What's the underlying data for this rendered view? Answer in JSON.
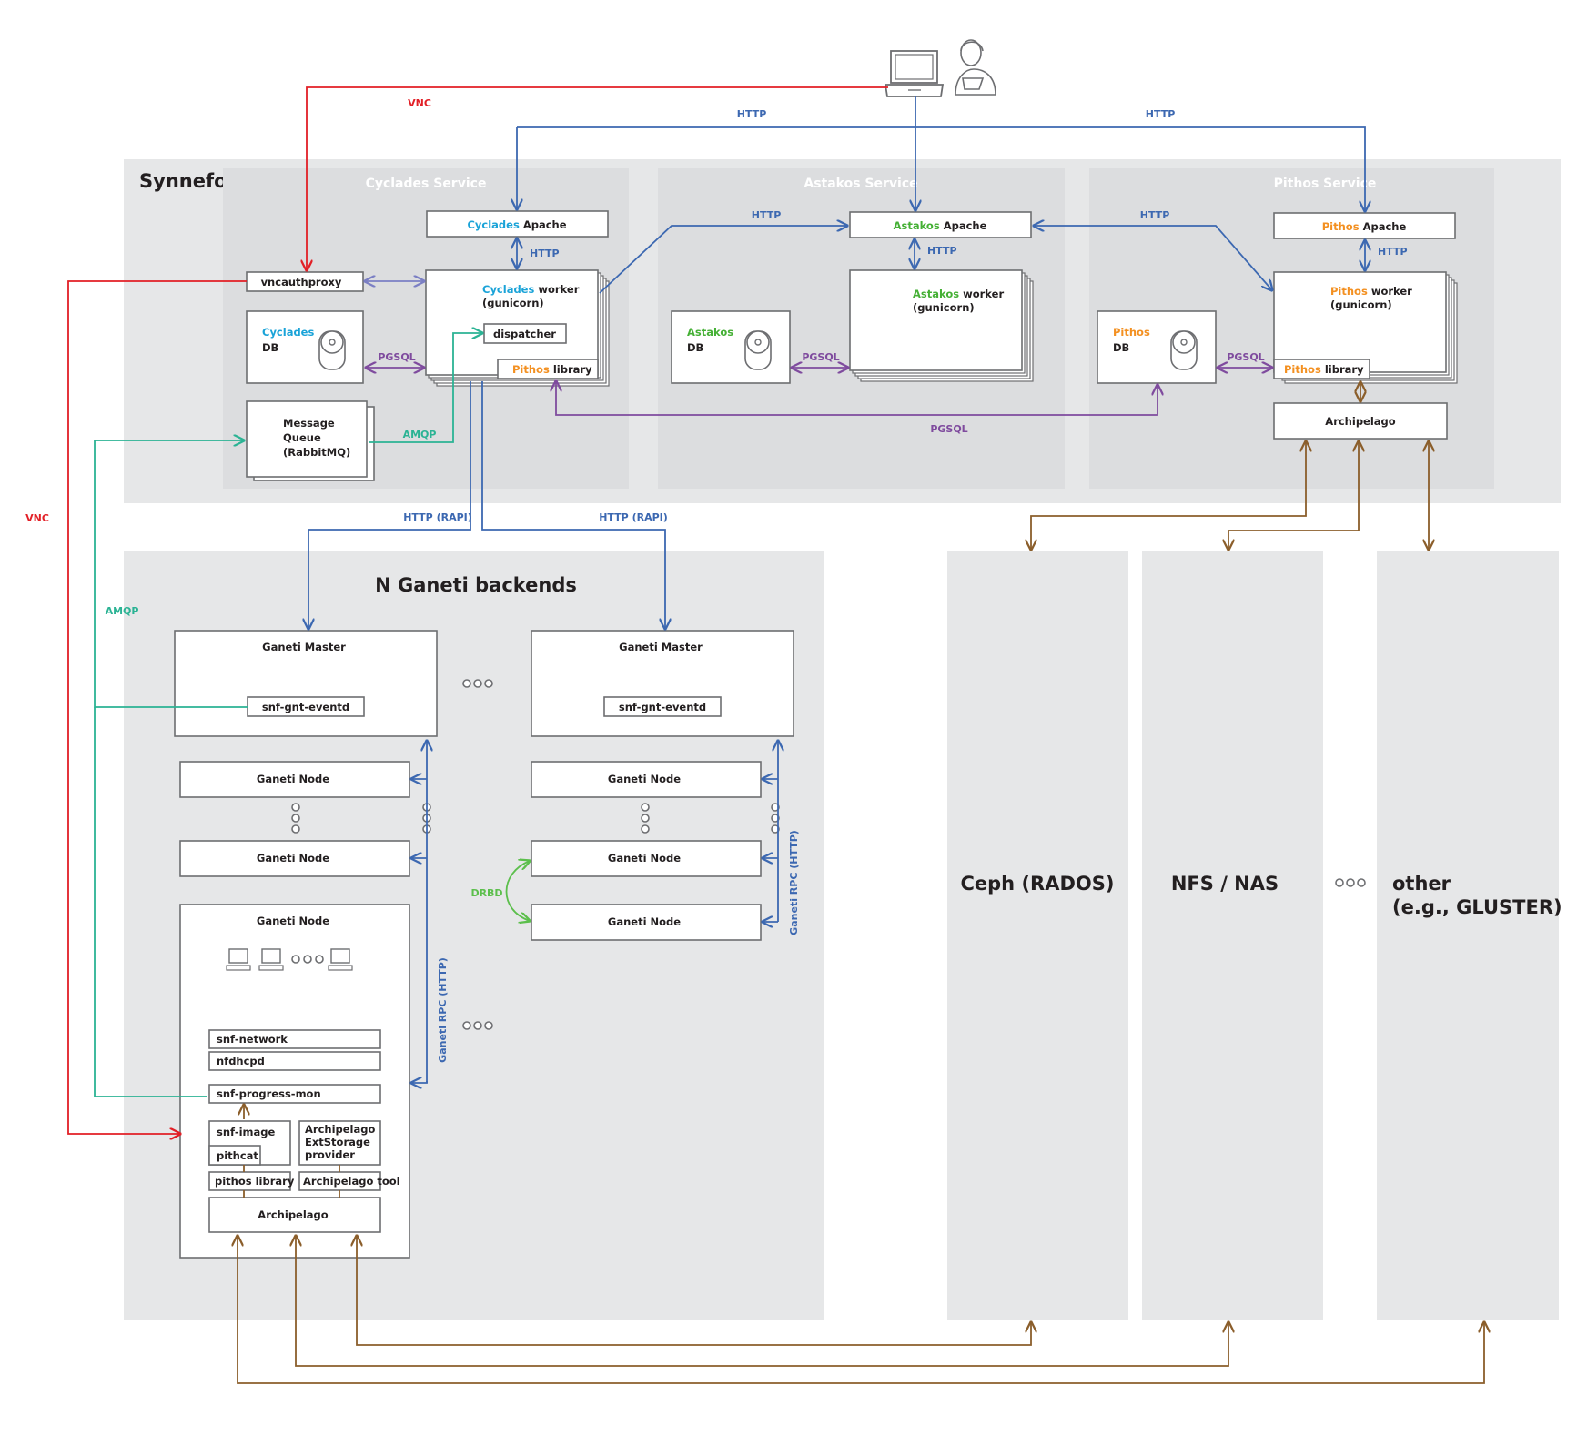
{
  "colors": {
    "http": "#3c68b1",
    "vnc": "#e21f26",
    "amqp": "#2bb394",
    "pgsql": "#7f4b9e",
    "archipelago": "#8b5e2b",
    "drbd": "#5cbf4c",
    "cyclades": "#1aa3d8",
    "astakos": "#45b035",
    "pithos": "#f39021"
  },
  "synnefo": {
    "title": "Synnefo",
    "cyclades_service": "Cyclades Service",
    "astakos_service": "Astakos Service",
    "pithos_service": "Pithos Service"
  },
  "cyclades": {
    "name": "Cyclades",
    "apache": "Apache",
    "worker": "worker",
    "gunicorn": "(gunicorn)",
    "dispatcher": "dispatcher",
    "library_prefix": "Pithos",
    "library": "library",
    "vncauthproxy": "vncauthproxy",
    "db_name": "Cyclades",
    "db": "DB",
    "mq_line1": "Message",
    "mq_line2": "Queue",
    "mq_line3": "(RabbitMQ)"
  },
  "astakos": {
    "name": "Astakos",
    "apache": "Apache",
    "worker": "worker",
    "gunicorn": "(gunicorn)",
    "db_name": "Astakos",
    "db": "DB"
  },
  "pithos": {
    "name": "Pithos",
    "apache": "Apache",
    "worker": "worker",
    "gunicorn": "(gunicorn)",
    "library": "library",
    "db_name": "Pithos",
    "db": "DB",
    "archipelago": "Archipelago"
  },
  "labels": {
    "vnc": "VNC",
    "http": "HTTP",
    "pgsql": "PGSQL",
    "amqp": "AMQP",
    "http_rapi": "HTTP (RAPI)",
    "drbd": "DRBD",
    "ganeti_rpc": "Ganeti RPC (HTTP)"
  },
  "ganeti": {
    "title": "N Ganeti backends",
    "master": "Ganeti Master",
    "eventd": "snf-gnt-eventd",
    "node": "Ganeti Node",
    "snf_network": "snf-network",
    "nfdhcpd": "nfdhcpd",
    "progress_mon": "snf-progress-mon",
    "snf_image": "snf-image",
    "pithcat": "pithcat",
    "ext_line1": "Archipelago",
    "ext_line2": "ExtStorage",
    "ext_line3": "provider",
    "pithos_library": "pithos library",
    "archipelago_tool": "Archipelago tool",
    "archipelago": "Archipelago"
  },
  "storage": {
    "ceph": "Ceph (RADOS)",
    "nfs": "NFS / NAS",
    "other_line1": "other",
    "other_line2": "(e.g., GLUSTER)"
  }
}
